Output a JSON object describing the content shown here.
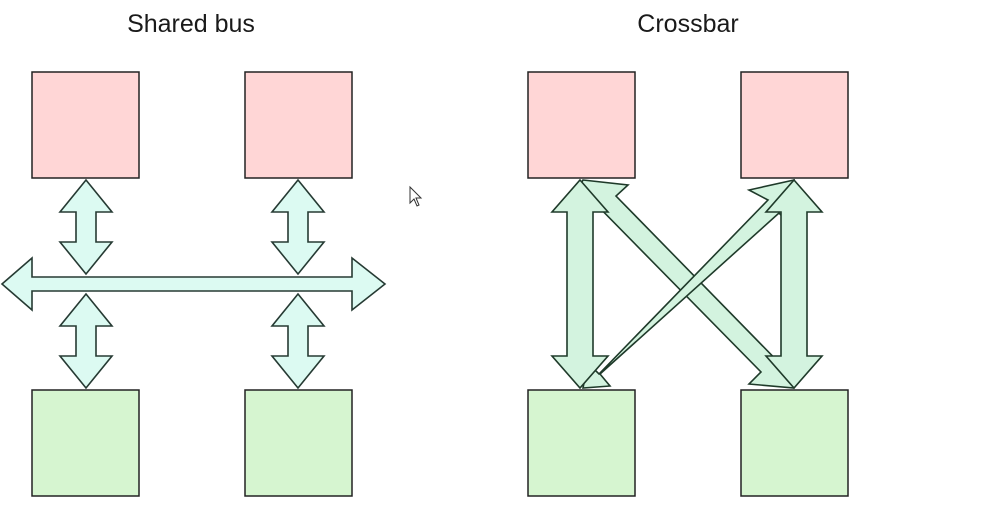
{
  "diagrams": {
    "shared_bus": {
      "title": "Shared bus",
      "processors": 2,
      "memories": 2
    },
    "crossbar": {
      "title": "Crossbar",
      "processors": 2,
      "memories": 2
    }
  },
  "colors": {
    "processor_fill": "#ffd6d6",
    "memory_fill": "#d6f5d0",
    "bus_arrow_fill": "#dcfaf2",
    "crossbar_arrow_fill": "#d3f3df",
    "outline": "#222222"
  },
  "icons": {
    "cursor": "mouse-pointer-icon"
  }
}
